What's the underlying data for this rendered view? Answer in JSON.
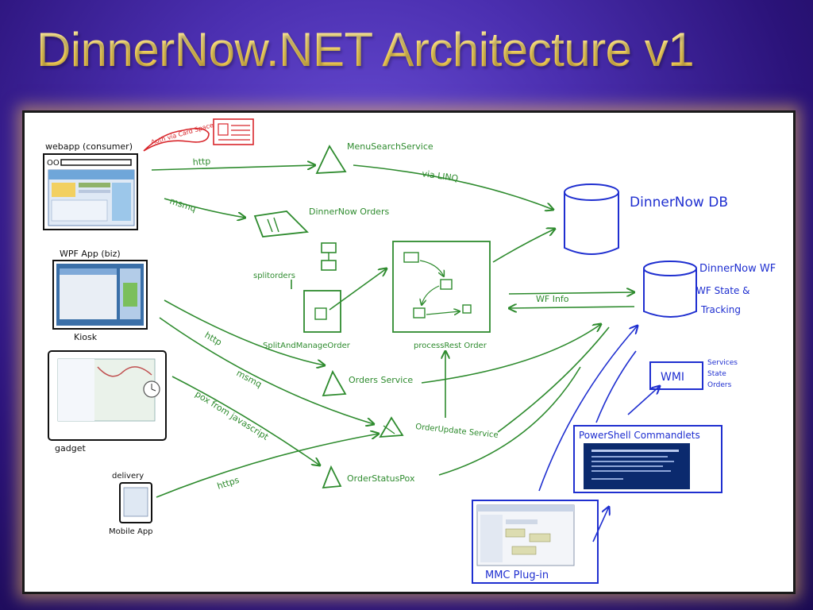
{
  "title": "DinnerNow.NET Architecture v1",
  "colors": {
    "green": "#2e8b2e",
    "blue": "#1f2fd0",
    "red": "#d8262b",
    "black": "#111111"
  },
  "clients": {
    "webapp": "webapp (consumer)",
    "wpf": "WPF App (biz)",
    "kiosk": "Kiosk",
    "gadget": "gadget",
    "delivery": "delivery",
    "mobile": "Mobile App"
  },
  "auth_note": "Auth via Card Space",
  "arrows": {
    "http1": "http",
    "msmq1": "msmq",
    "http2": "http",
    "msmq2": "msmq",
    "pox": "pox from javascript",
    "https": "https",
    "vialinq": "via LINQ",
    "wfinfo": "WF Info"
  },
  "services": {
    "menu_search": "MenuSearchService",
    "orders_queue": "DinnerNow Orders",
    "split_orders": "splitorders",
    "split_manage": "SplitAndManageOrder",
    "process_rest": "processRest Order",
    "orders_service": "Orders Service",
    "order_update": "OrderUpdate Service",
    "order_status": "OrderStatusPox"
  },
  "data_stores": {
    "db": "DinnerNow DB",
    "wf": "DinnerNow WF",
    "wf_state": "WF State &",
    "tracking": "Tracking"
  },
  "management": {
    "wmi": "WMI",
    "wmi_notes": [
      "Services",
      "State",
      "Orders"
    ],
    "powershell": "PowerShell Commandlets",
    "mmc": "MMC Plug-in"
  }
}
